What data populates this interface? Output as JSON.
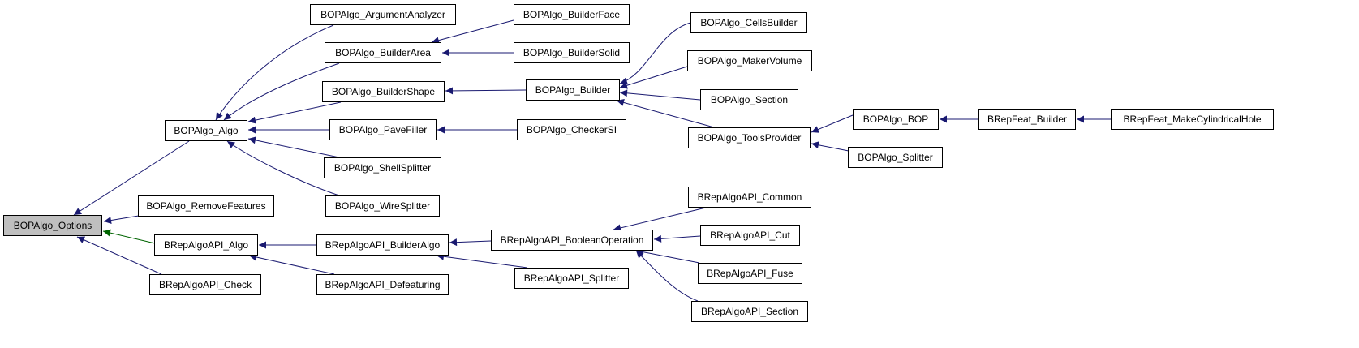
{
  "colors": {
    "edge": "#191970",
    "edge_green": "#006400",
    "root_fill": "#bfbfbf",
    "node_fill": "#ffffff",
    "node_border": "#000000"
  },
  "nodes": {
    "options": "BOPAlgo_Options",
    "algo": "BOPAlgo_Algo",
    "remove_features": "BOPAlgo_RemoveFeatures",
    "brepalgoapi_algo": "BRepAlgoAPI_Algo",
    "brepalgoapi_check": "BRepAlgoAPI_Check",
    "argument_analyzer": "BOPAlgo_ArgumentAnalyzer",
    "builder_area": "BOPAlgo_BuilderArea",
    "builder_shape": "BOPAlgo_BuilderShape",
    "pave_filler": "BOPAlgo_PaveFiller",
    "shell_splitter": "BOPAlgo_ShellSplitter",
    "wire_splitter": "BOPAlgo_WireSplitter",
    "builder_algo": "BRepAlgoAPI_BuilderAlgo",
    "defeaturing": "BRepAlgoAPI_Defeaturing",
    "builder_face": "BOPAlgo_BuilderFace",
    "builder_solid": "BOPAlgo_BuilderSolid",
    "builder": "BOPAlgo_Builder",
    "checker_si": "BOPAlgo_CheckerSI",
    "boolean_operation": "BRepAlgoAPI_BooleanOperation",
    "api_splitter": "BRepAlgoAPI_Splitter",
    "cells_builder": "BOPAlgo_CellsBuilder",
    "maker_volume": "BOPAlgo_MakerVolume",
    "section": "BOPAlgo_Section",
    "tools_provider": "BOPAlgo_ToolsProvider",
    "common": "BRepAlgoAPI_Common",
    "cut": "BRepAlgoAPI_Cut",
    "fuse": "BRepAlgoAPI_Fuse",
    "api_section": "BRepAlgoAPI_Section",
    "bop": "BOPAlgo_BOP",
    "splitter": "BOPAlgo_Splitter",
    "feat_builder": "BRepFeat_Builder",
    "make_cylindrical_hole": "BRepFeat_MakeCylindricalHole"
  }
}
